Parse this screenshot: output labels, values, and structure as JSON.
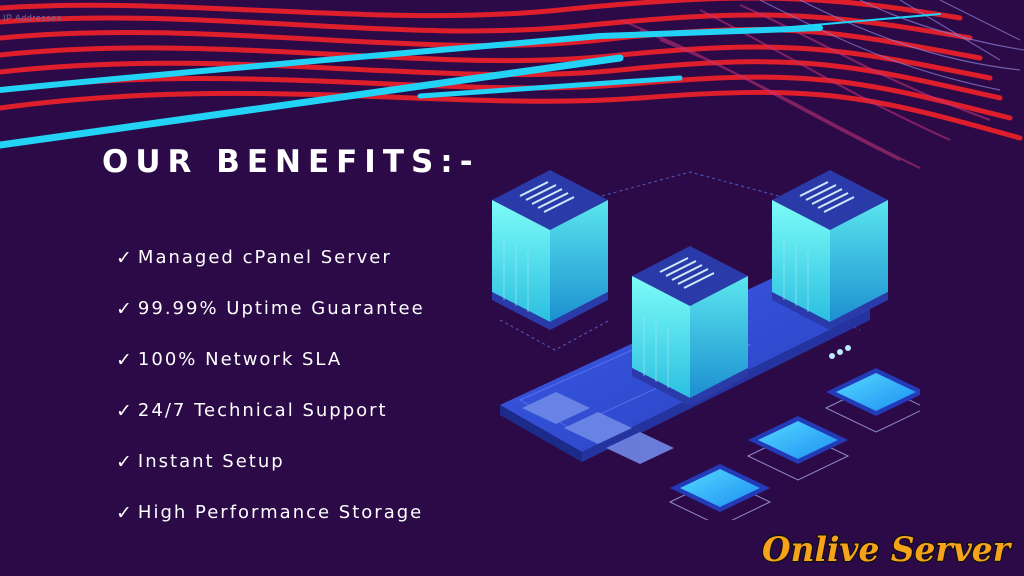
{
  "corner_caption": "IP Addresses",
  "title": "OUR BENEFITS:-",
  "check_glyph": "✓",
  "benefits": [
    "Managed cPanel Server",
    "99.99% Uptime Guarantee",
    "100% Network SLA",
    "24/7 Technical Support",
    "Instant Setup",
    "High Performance Storage"
  ],
  "brand": {
    "name": "Onlive Server",
    "fill": "#f7a21b",
    "stroke": "#101010"
  },
  "colors": {
    "background": "#2c0a47",
    "wave_red": "#e8202a",
    "wave_cyan": "#22d3f5",
    "server_glow": "#4ff4f0",
    "panel_blue": "#2f4fd8"
  }
}
